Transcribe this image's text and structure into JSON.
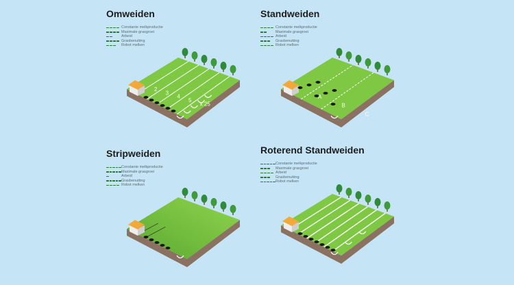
{
  "colors": {
    "background": "#c5e5f6",
    "grass": "#7fc843",
    "grass_dark": "#5aa832",
    "dirt": "#8a7161",
    "dash": "#2f7a34"
  },
  "panels": [
    {
      "title": "Omweiden",
      "legend": [
        {
          "label": "Constante melkproductie",
          "score": 4
        },
        {
          "label": "Maximale grasgroei",
          "score": 4
        },
        {
          "label": "Arbeid",
          "score": 2
        },
        {
          "label": "Grasbenutting",
          "score": 4
        },
        {
          "label": "Robot melken",
          "score": 3
        }
      ],
      "field_labels": [
        "2",
        "3",
        "4",
        "5",
        "x 25"
      ]
    },
    {
      "title": "Standweiden",
      "legend": [
        {
          "label": "Constante melkproductie",
          "score": 4
        },
        {
          "label": "Maximale grasgroei",
          "score": 2
        },
        {
          "label": "Arbeid",
          "score": 4
        },
        {
          "label": "Grasbenutting",
          "score": 3
        },
        {
          "label": "Robot melken",
          "score": 4
        }
      ],
      "field_labels": [
        "A",
        "B",
        "C"
      ]
    },
    {
      "title": "Stripweiden",
      "legend": [
        {
          "label": "Constante melkproductie",
          "score": 5
        },
        {
          "label": "Maximale grasgroei",
          "score": 5
        },
        {
          "label": "Arbeid",
          "score": 1
        },
        {
          "label": "Grasbenutting",
          "score": 5
        },
        {
          "label": "Robot melken",
          "score": 4
        }
      ],
      "field_labels": []
    },
    {
      "title": "Roterend Standweiden",
      "legend": [
        {
          "label": "Constante melkproductie",
          "score": 5
        },
        {
          "label": "Maximale grasgroei",
          "score": 3
        },
        {
          "label": "Arbeid",
          "score": 4
        },
        {
          "label": "Grasbenutting",
          "score": 3
        },
        {
          "label": "Robot melken",
          "score": 5
        }
      ],
      "field_labels": []
    }
  ]
}
